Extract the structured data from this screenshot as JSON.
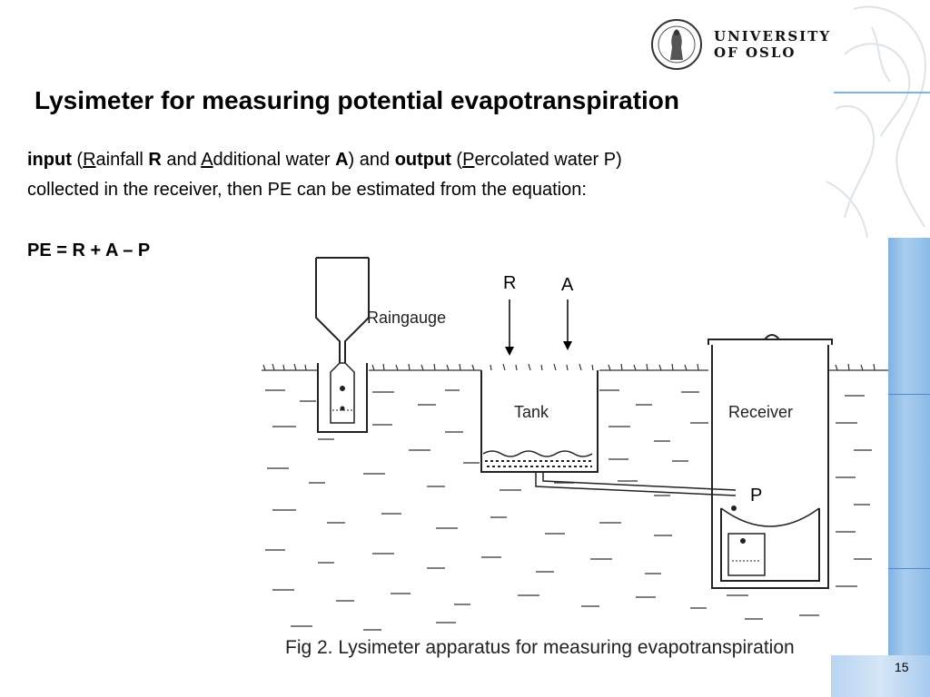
{
  "header": {
    "logo_line1": "UNIVERSITY",
    "logo_line2": "OF OSLO"
  },
  "slide": {
    "title": "Lysimeter for measuring potential evapotranspiration",
    "body": {
      "input": "input",
      "paren_open": " (",
      "r_initial": "R",
      "rainfall_rest": "ainfall ",
      "r_bold": "R",
      "and": " and ",
      "a_initial": "A",
      "additional_rest": "dditional water ",
      "a_bold": "A",
      "and2": ") and ",
      "output": "output",
      "paren_open2": " (",
      "p_initial": "P",
      "percolated_rest": "ercolated water P)",
      "line2": "collected in the receiver, then PE can be estimated from the equation:"
    },
    "equation": "PE = R + A – P",
    "page_number": "15"
  },
  "diagram": {
    "label_r": "R",
    "label_a": "A",
    "label_p": "P",
    "raingauge": "Raingauge",
    "tank": "Tank",
    "receiver": "Receiver",
    "caption": "Fig 2. Lysimeter apparatus for measuring evapotranspiration"
  },
  "colors": {
    "accent_blue": "#7fb2e3",
    "text": "#000000"
  }
}
